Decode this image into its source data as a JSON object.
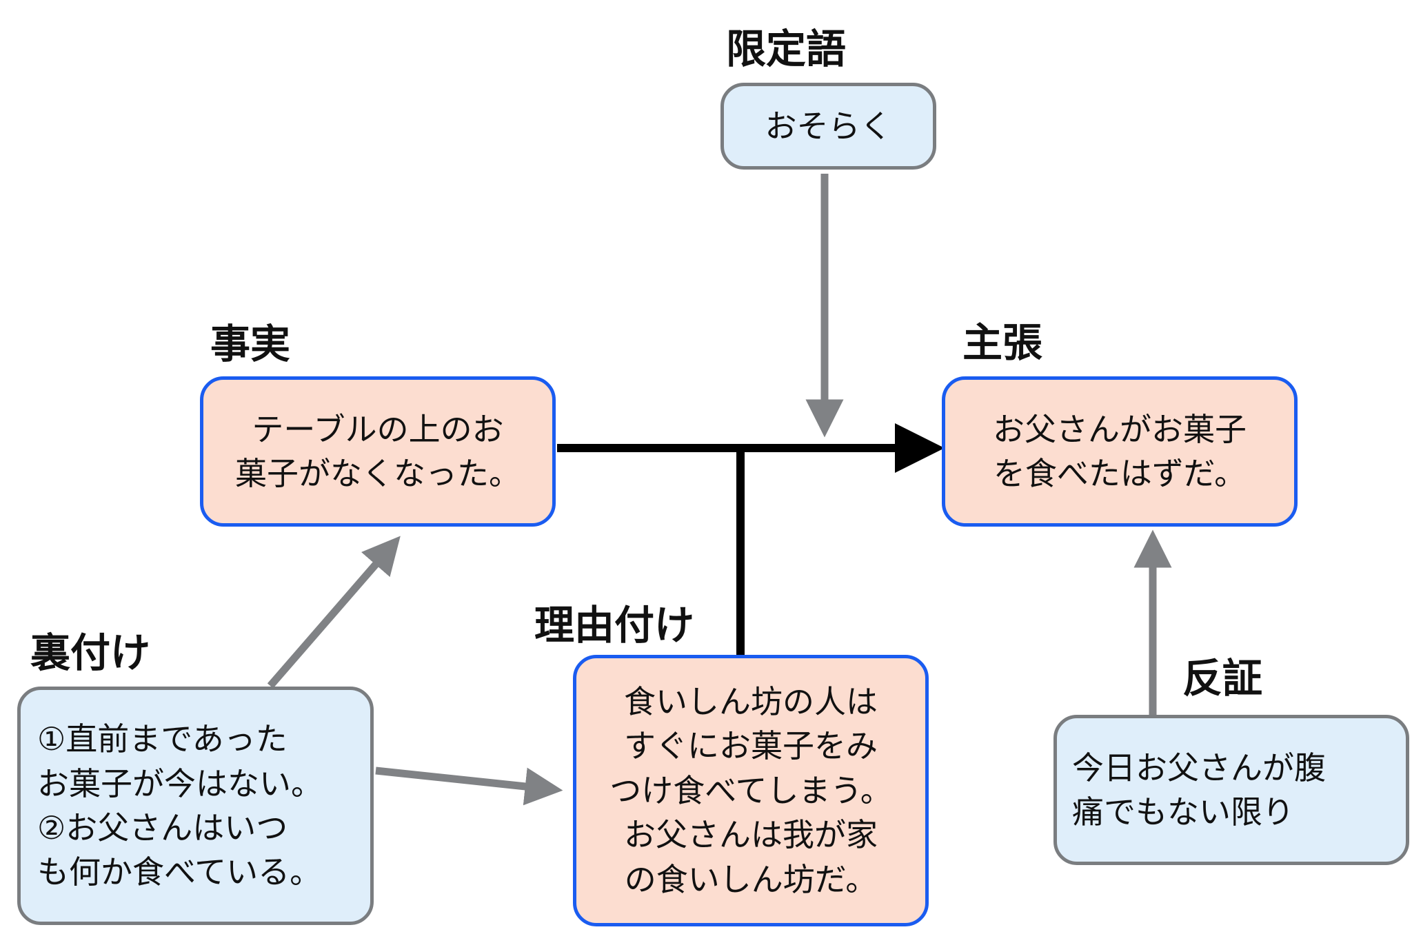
{
  "colors": {
    "orange_fill": "#fcddd0",
    "blue_fill": "#dfeefa",
    "blue_border": "#1a5cf0",
    "gray_border": "#7a7d80",
    "gray_arrow": "#808285",
    "main_line": "#000000"
  },
  "qualifier": {
    "title": "限定語",
    "text": "おそらく"
  },
  "data_fact": {
    "title": "事実",
    "text": "テーブルの上のお\n菓子がなくなった。"
  },
  "claim": {
    "title": "主張",
    "text": "お父さんがお菓子\nを食べたはずだ。"
  },
  "warrant": {
    "title": "理由付け",
    "text": "食いしん坊の人は\nすぐにお菓子をみ\nつけ食べてしまう。\nお父さんは我が家\nの食いしん坊だ。"
  },
  "backing": {
    "title": "裏付け",
    "text": "①直前まであった\nお菓子が今はない。\n②お父さんはいつ\nも何か食べている。"
  },
  "rebuttal": {
    "title": "反証",
    "text": "今日お父さんが腹\n痛でもない限り"
  }
}
